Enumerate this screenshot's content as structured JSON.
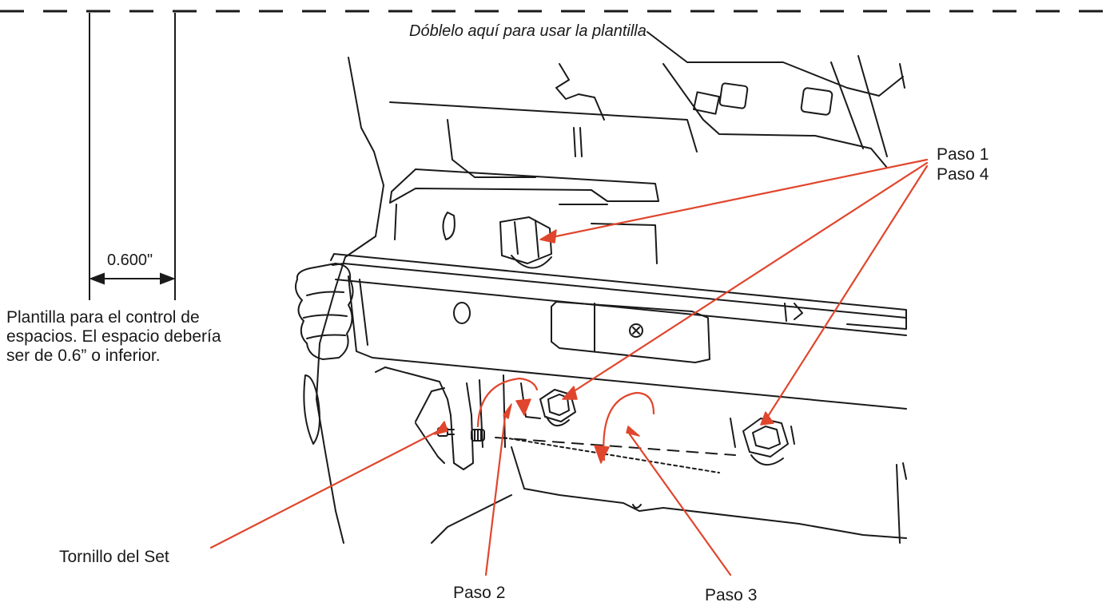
{
  "fold_instruction": "Dóblelo aquí para usar la plantilla",
  "dimension_label": "0.600\"",
  "template_description": [
    "Plantilla para el control de",
    "espacios. El espacio debería",
    "ser de 0.6” o inferior."
  ],
  "steps": {
    "step_1": "Paso 1",
    "step_4": "Paso 4",
    "step_2": "Paso 2",
    "step_3": "Paso 3"
  },
  "set_screw_label": "Tornillo del Set",
  "colors": {
    "callout": "#e0462d",
    "line": "#1a1a1a",
    "background": "#ffffff"
  }
}
